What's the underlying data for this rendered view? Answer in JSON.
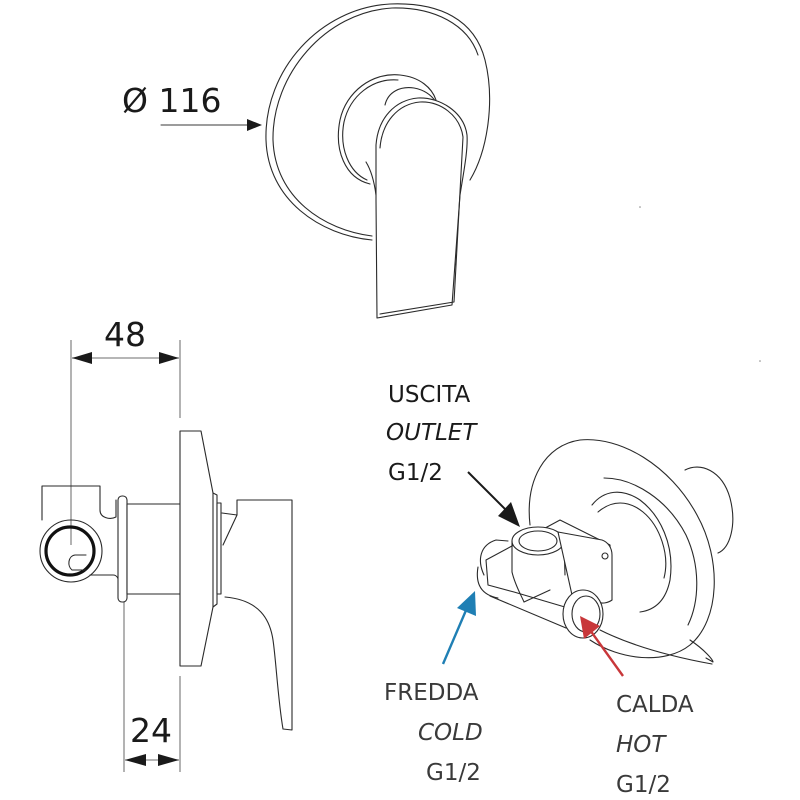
{
  "dimensions": {
    "plate_diameter": "Ø 116",
    "depth_total": "48",
    "depth_handle": "24"
  },
  "labels": {
    "outlet": {
      "it": "USCITA",
      "en": "OUTLET",
      "thread": "G1/2",
      "arrow_color": "#1a1a1a"
    },
    "cold": {
      "it": "FREDDA",
      "en": "COLD",
      "thread": "G1/2",
      "arrow_color": "#1f7fb4"
    },
    "hot": {
      "it": "CALDA",
      "en": "HOT",
      "thread": "G1/2",
      "arrow_color": "#c8373a"
    }
  }
}
